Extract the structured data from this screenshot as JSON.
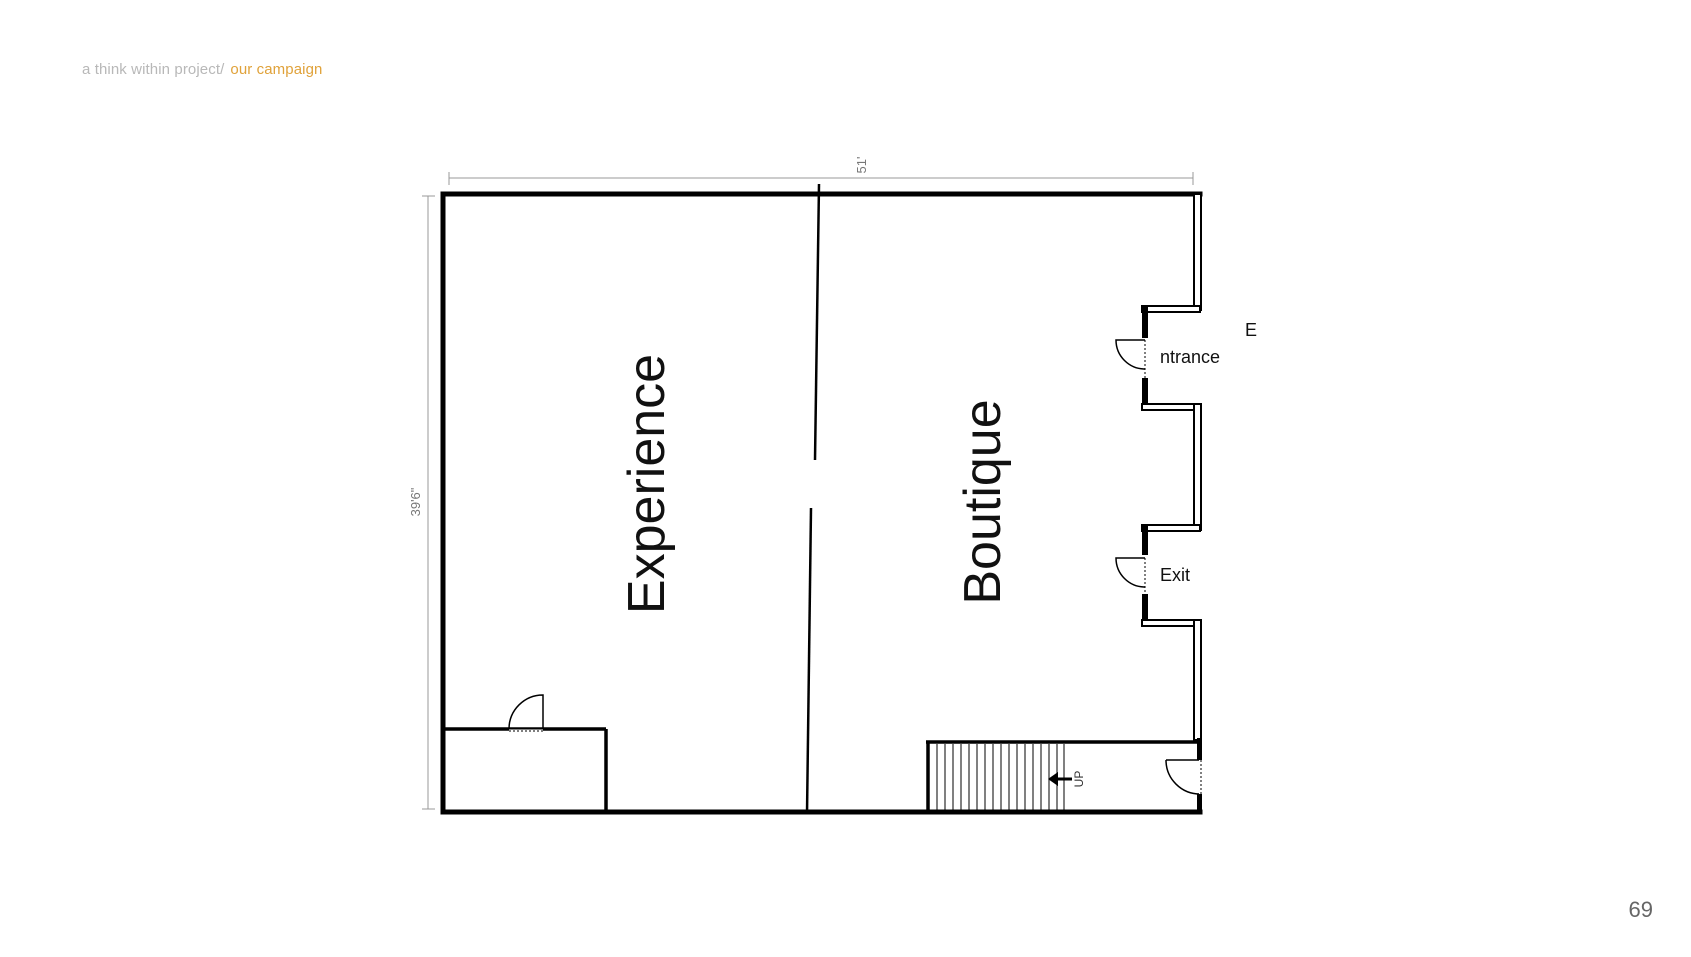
{
  "header": {
    "project": "a think within project/",
    "section": "our campaign"
  },
  "page_number": "69",
  "floorplan": {
    "width_dimension": "51'",
    "height_dimension": "39'6\"",
    "rooms": {
      "experience": "Experience",
      "boutique": "Boutique"
    },
    "labels": {
      "entrance_e": "E",
      "entrance_rest": "ntrance",
      "exit": "Exit",
      "stairs_up": "UP"
    }
  },
  "colors": {
    "accent": "#e0a23a",
    "muted": "#b8b8b8",
    "wall": "#000000"
  }
}
